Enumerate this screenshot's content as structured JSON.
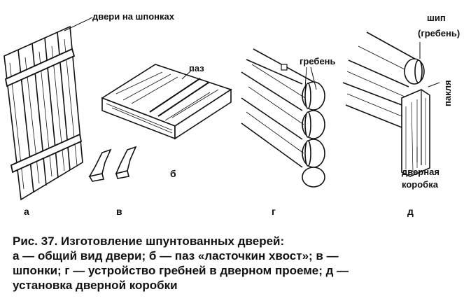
{
  "labels": {
    "door_on_keys": "двери на шпонках",
    "groove": "паз",
    "ridge": "гребень",
    "tenon": "шип",
    "tenon_ridge": "(гребень)",
    "tow": "пакля",
    "door_frame_1": "дверная",
    "door_frame_2": "коробка"
  },
  "letters": {
    "a": "а",
    "b": "б",
    "v": "в",
    "g": "г",
    "d": "д"
  },
  "caption": {
    "line1": "Рис. 37. Изготовление шпунтованных дверей:",
    "line2": "а — общий вид двери; б — паз «ласточкин хвост»; в —",
    "line3": "шпонки; г — устройство гребней в дверном проеме; д —",
    "line4": "установка дверной коробки"
  }
}
